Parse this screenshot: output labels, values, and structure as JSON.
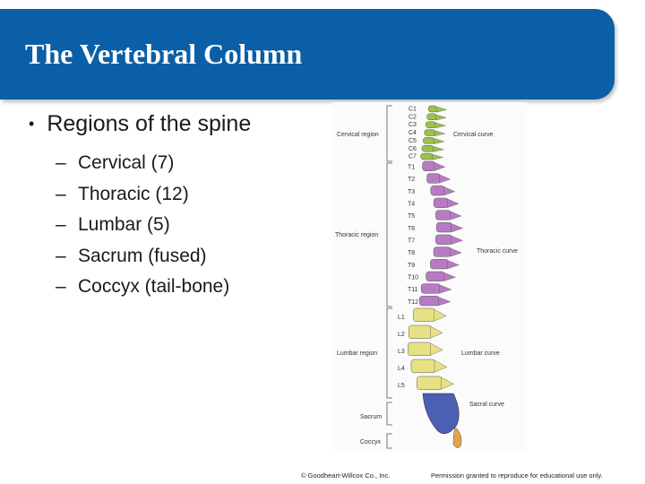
{
  "slide": {
    "title": "The Vertebral Column",
    "bullet": "Regions of the spine",
    "sub_bullets": [
      "Cervical (7)",
      "Thoracic (12)",
      "Lumbar (5)",
      "Sacrum (fused)",
      "Coccyx (tail-bone)"
    ]
  },
  "figure": {
    "region_labels": {
      "cervical": "Cervical region",
      "thoracic": "Thoracic region",
      "lumbar": "Lumbar region",
      "sacrum": "Sacrum",
      "coccyx": "Coccyx"
    },
    "curve_labels": {
      "cervical": "Cervical curve",
      "thoracic": "Thoracic curve",
      "lumbar": "Lumbar curve",
      "sacral": "Sacral curve"
    },
    "cervical_vertebrae": [
      "C1",
      "C2",
      "C3",
      "C4",
      "C5",
      "C6",
      "C7"
    ],
    "thoracic_vertebrae": [
      "T1",
      "T2",
      "T3",
      "T4",
      "T5",
      "T6",
      "T7",
      "T8",
      "T9",
      "T10",
      "T11",
      "T12"
    ],
    "lumbar_vertebrae": [
      "L1",
      "L2",
      "L3",
      "L4",
      "L5"
    ]
  },
  "colors": {
    "title_bar": "#0a5fa6",
    "cervical": "#9bc34a",
    "thoracic": "#b77bc4",
    "lumbar": "#e8e184",
    "sacrum": "#4b5fb3",
    "coccyx": "#e0a34f"
  },
  "footer": {
    "copyright": "© Goodheart-Willcox Co., Inc.",
    "permission": "Permission granted to reproduce for educational use only."
  }
}
